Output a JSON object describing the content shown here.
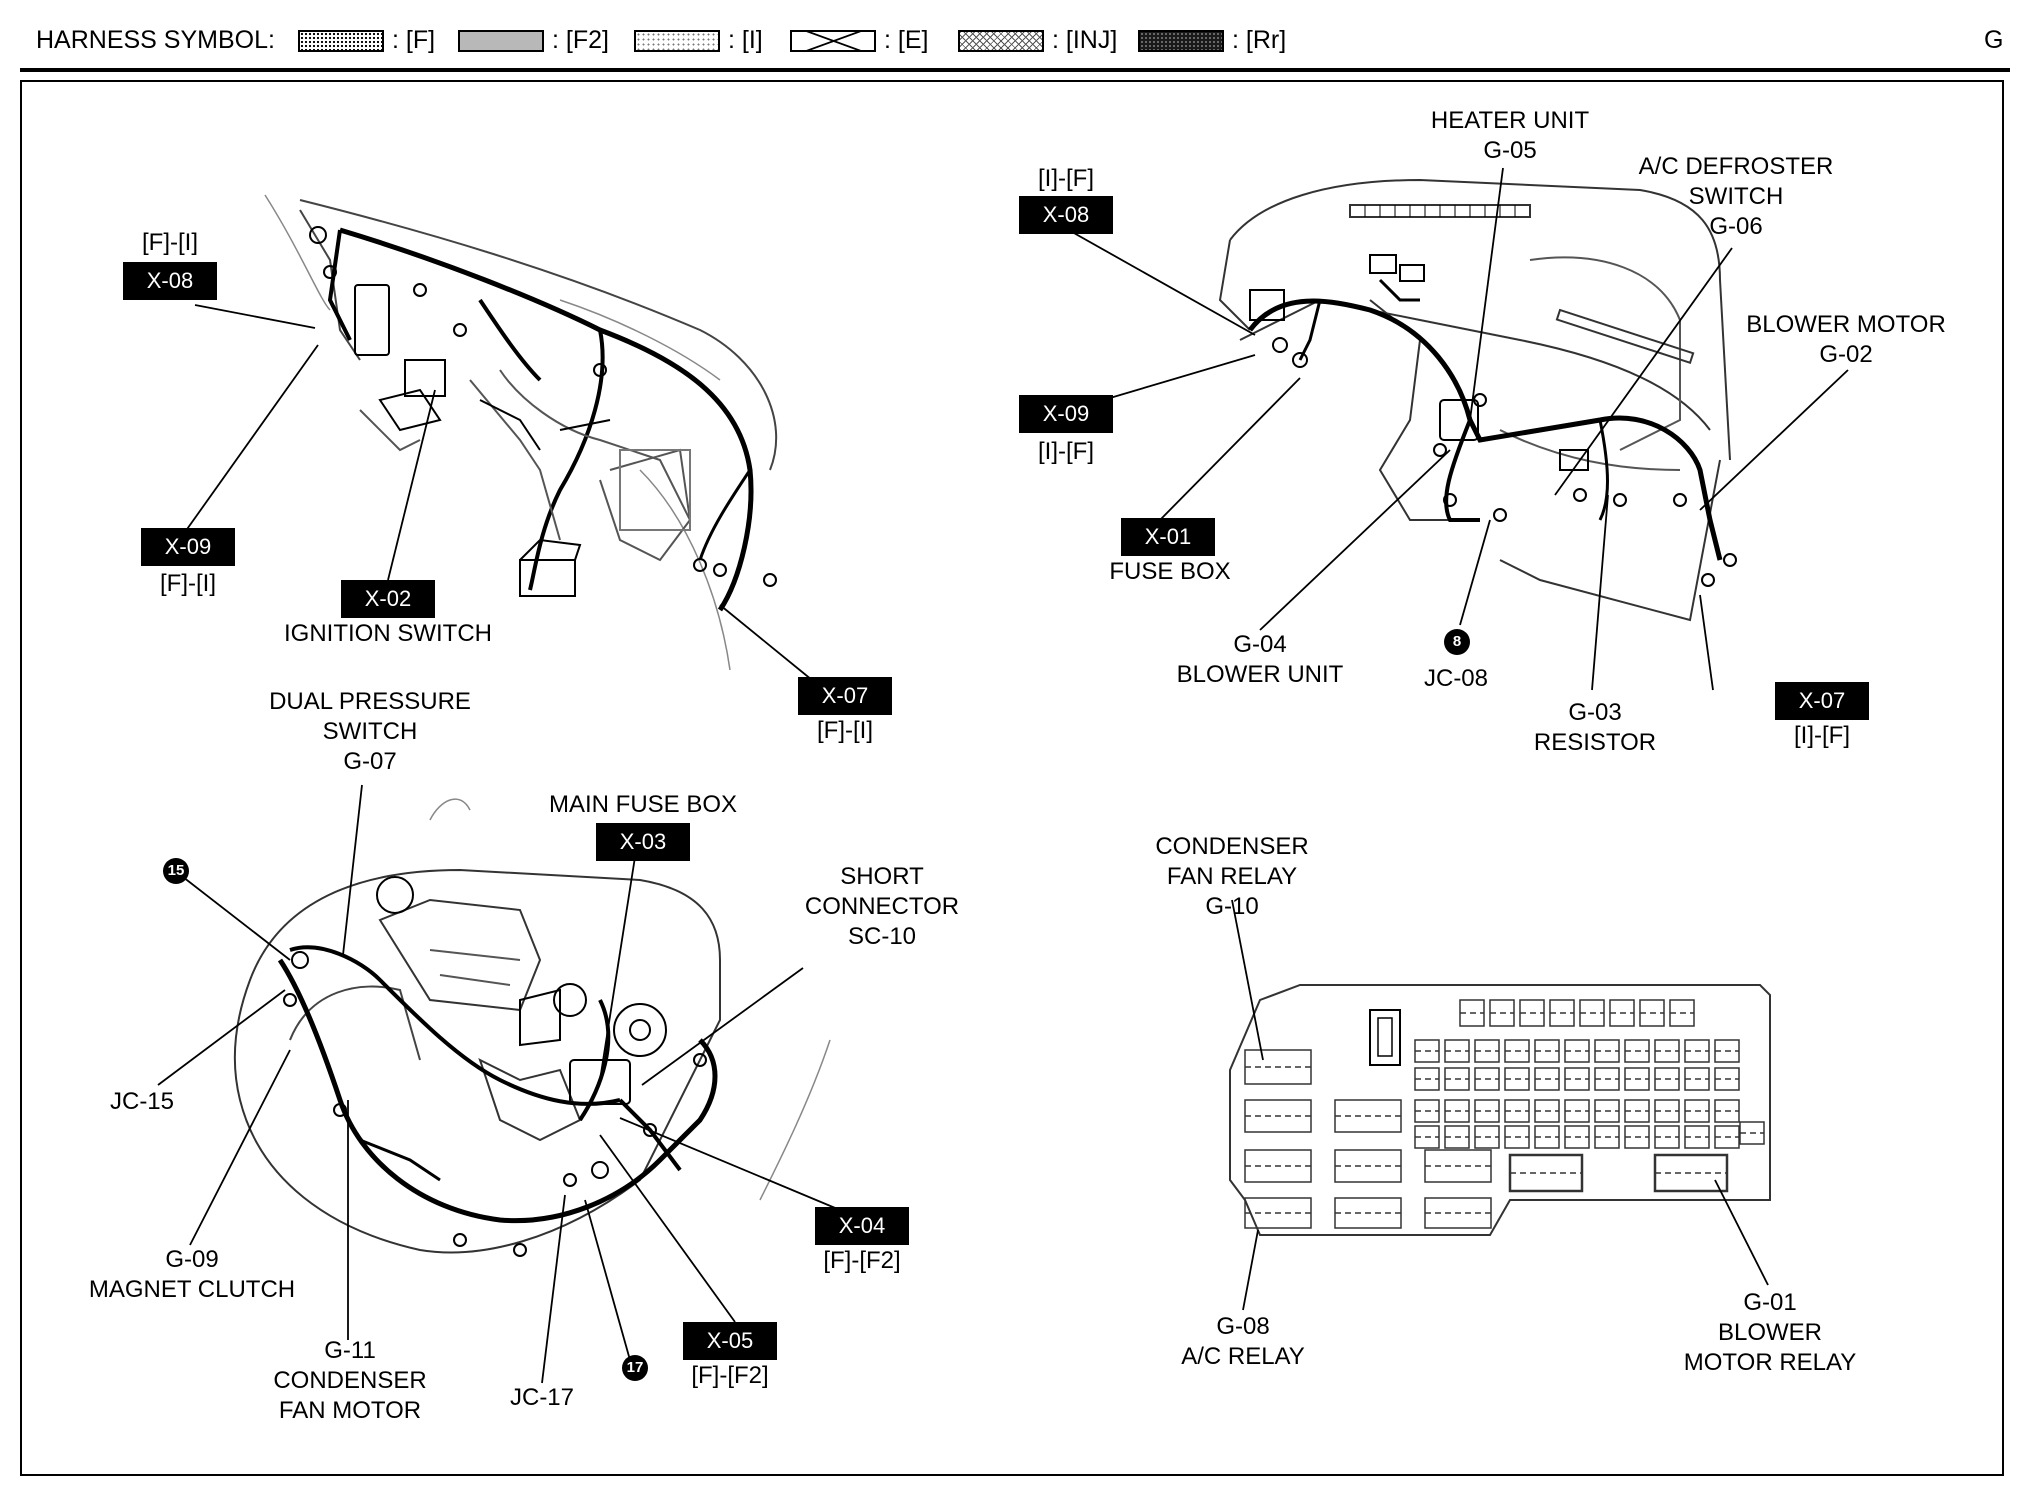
{
  "header": {
    "title": "HARNESS SYMBOL:",
    "page_letter": "G",
    "symbols": [
      {
        "label": ": [F]",
        "pattern": "dots-dense"
      },
      {
        "label": ": [F2]",
        "pattern": "grey-fill"
      },
      {
        "label": ": [I]",
        "pattern": "light-dots"
      },
      {
        "label": ": [E]",
        "pattern": "diagonal-lines"
      },
      {
        "label": ": [INJ]",
        "pattern": "cross-hatch"
      },
      {
        "label": ": [Rr]",
        "pattern": "dark-fill"
      }
    ]
  },
  "diagrams": {
    "dash_left": {
      "x08": {
        "tag": "X-08",
        "harness": "[F]-[I]"
      },
      "x09": {
        "tag": "X-09",
        "harness": "[F]-[I]"
      },
      "x02": {
        "tag": "X-02",
        "name": "IGNITION SWITCH"
      },
      "x07": {
        "tag": "X-07",
        "harness": "[F]-[I]"
      }
    },
    "dash_right": {
      "heater": {
        "name": "HEATER UNIT",
        "code": "G-05"
      },
      "defroster": {
        "name1": "A/C DEFROSTER",
        "name2": "SWITCH",
        "code": "G-06"
      },
      "blower_motor": {
        "name": "BLOWER MOTOR",
        "code": "G-02"
      },
      "x08": {
        "tag": "X-08",
        "harness": "[I]-[F]"
      },
      "x09": {
        "tag": "X-09",
        "harness": "[I]-[F]"
      },
      "x01": {
        "tag": "X-01",
        "name": "FUSE BOX"
      },
      "blower_unit": {
        "code": "G-04",
        "name": "BLOWER UNIT"
      },
      "jc08": {
        "dot": "8",
        "name": "JC-08"
      },
      "resistor": {
        "code": "G-03",
        "name": "RESISTOR"
      },
      "x07": {
        "tag": "X-07",
        "harness": "[I]-[F]"
      }
    },
    "engine": {
      "dual_pressure": {
        "name1": "DUAL PRESSURE",
        "name2": "SWITCH",
        "code": "G-07"
      },
      "main_fuse": {
        "name": "MAIN FUSE BOX",
        "tag": "X-03"
      },
      "short_connector": {
        "name1": "SHORT",
        "name2": "CONNECTOR",
        "code": "SC-10"
      },
      "jc15": {
        "dot": "15",
        "name": "JC-15"
      },
      "magnet_clutch": {
        "code": "G-09",
        "name": "MAGNET CLUTCH"
      },
      "condenser_motor": {
        "code": "G-11",
        "name1": "CONDENSER",
        "name2": "FAN MOTOR"
      },
      "jc17": {
        "dot": "17",
        "name": "JC-17"
      },
      "x04": {
        "tag": "X-04",
        "harness": "[F]-[F2]"
      },
      "x05": {
        "tag": "X-05",
        "harness": "[F]-[F2]"
      }
    },
    "relay_box": {
      "condenser_relay": {
        "name1": "CONDENSER",
        "name2": "FAN RELAY",
        "code": "G-10"
      },
      "ac_relay": {
        "code": "G-08",
        "name": "A/C RELAY"
      },
      "blower_relay": {
        "code": "G-01",
        "name1": "BLOWER",
        "name2": "MOTOR RELAY"
      }
    }
  }
}
